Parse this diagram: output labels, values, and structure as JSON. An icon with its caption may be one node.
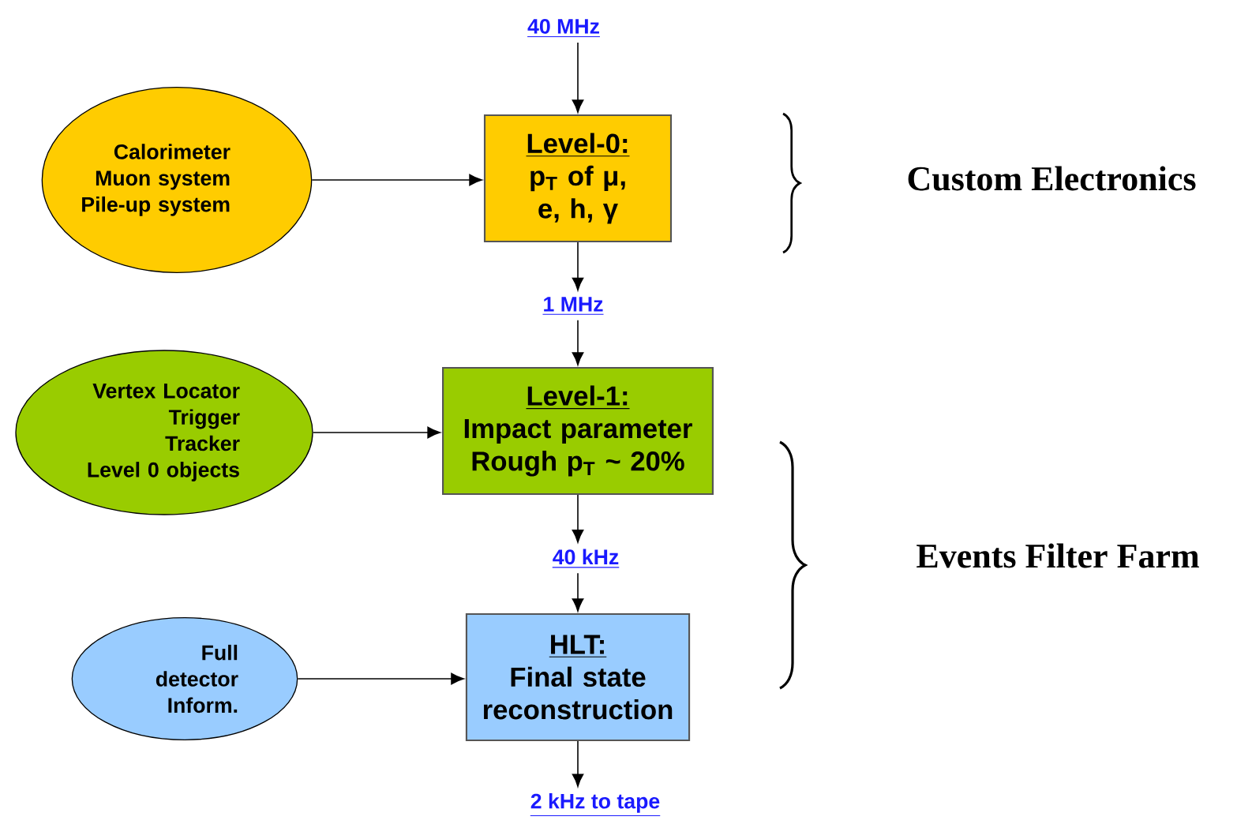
{
  "diagram": {
    "nodes": [
      {
        "text": [
          "40 MHz"
        ]
      },
      {
        "text": [
          "Calorimeter",
          "Muon system",
          "Pile-up system"
        ]
      },
      {
        "text": [
          "Level-0:",
          "p$_{T}$ of μ, e, h, γ"
        ]
      },
      {
        "text": [
          "1 MHz"
        ]
      },
      {
        "text": [
          "Vertex Locator",
          "Trigger",
          "Tracker",
          "Level 0 objects"
        ]
      },
      {
        "text": [
          "Level-1:",
          "Impact parameter",
          "Rough p$_{T}$ ~ 20%"
        ]
      },
      {
        "text": [
          "40 kHz"
        ]
      },
      {
        "text": [
          "Full",
          "detector",
          "Inform."
        ]
      },
      {
        "text": [
          "HLT:",
          "Final state reconstruction"
        ]
      },
      {
        "text": [
          "2 kHz to tape"
        ]
      }
    ],
    "edges": [
      {
        "from": 0,
        "to": 2,
        "arrow": "to"
      },
      {
        "from": 1,
        "to": 2,
        "arrow": "to"
      },
      {
        "from": 2,
        "to": 3,
        "arrow": "to"
      },
      {
        "from": 3,
        "to": 5,
        "arrow": "to"
      },
      {
        "from": 4,
        "to": 5,
        "arrow": "to"
      },
      {
        "from": 5,
        "to": 6,
        "arrow": "to"
      },
      {
        "from": 6,
        "to": 8,
        "arrow": "to"
      },
      {
        "from": 7,
        "to": 8,
        "arrow": "to"
      },
      {
        "from": 8,
        "to": 9,
        "arrow": "to"
      }
    ],
    "labels": [
      "Custom Electronics",
      "Events Filter Farm"
    ]
  }
}
